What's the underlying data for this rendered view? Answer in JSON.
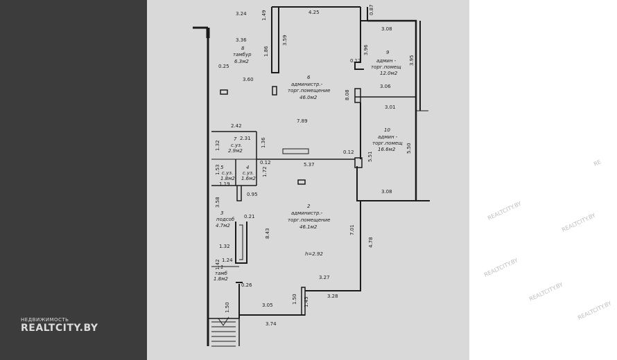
{
  "watermark": {
    "brand_small": "НЕДВИЖИМОСТЬ",
    "brand_big": "REALTCITY.BY",
    "side_marks": [
      "REALTCITY.BY",
      "REALTCITY.BY",
      "REALTCITY.BY",
      "REALTCITY.BY",
      "REALTCITY.BY",
      "RE"
    ]
  },
  "plan": {
    "rooms": [
      {
        "num": "8",
        "name": "тамбур",
        "area": "6.3м2"
      },
      {
        "num": "6",
        "name": "администр.-",
        "name2": "торг.помещение",
        "area": "46.0м2"
      },
      {
        "num": "9",
        "name": "админ -",
        "name2": "торг.помещ",
        "area": "12.0м2"
      },
      {
        "num": "10",
        "name": "админ -",
        "name2": "торг.помещ",
        "area": "16.6м2"
      },
      {
        "num": "7",
        "name": "с.уз.",
        "area": "2.9м2"
      },
      {
        "num": "5",
        "name": "с.уз.",
        "area": "1.8м2"
      },
      {
        "num": "4",
        "name": "с.уз.",
        "area": "1.6м2"
      },
      {
        "num": "3",
        "name": "подсоб",
        "area": "4.7м2"
      },
      {
        "num": "2",
        "name": "администр.-",
        "name2": "торг.помещение",
        "area": "46.1м2"
      },
      {
        "num": "1",
        "name": "тамб",
        "area": "1.8м2"
      }
    ],
    "ceiling": "h=2.92",
    "dims": {
      "d324": "3.24",
      "d149": "1.49",
      "d425": "4.25",
      "d087": "0.87",
      "d336": "3.36",
      "d186": "1.86",
      "d359": "3.59",
      "d308a": "3.08",
      "d396": "3.96",
      "d012a": "0.12",
      "d395": "3.95",
      "d025": "0.25",
      "d360": "3.60",
      "d808": "8.08",
      "d306": "3.06",
      "d301": "3.01",
      "d789": "7.89",
      "d242": "2.42",
      "d231": "2.31",
      "d132a": "1.32",
      "d136": "1.36",
      "d012b": "0.12",
      "d012c": "0.12",
      "d551": "5.51",
      "d550": "5.50",
      "d537": "5.37",
      "d153": "1.53",
      "d172": "1.72",
      "d119": "1.19",
      "d095": "0.95",
      "d308b": "3.08",
      "d358": "3.58",
      "d021": "0.21",
      "d843": "8.43",
      "d701": "7.01",
      "d478": "4.78",
      "d132b": "1.32",
      "d124": "1.24",
      "d142": "1.42",
      "d026": "0.26",
      "d327": "3.27",
      "d150a": "1.50",
      "d150b": "1.50",
      "d305": "3.05",
      "d145": "1.45",
      "d328": "3.28",
      "d374": "3.74"
    }
  }
}
